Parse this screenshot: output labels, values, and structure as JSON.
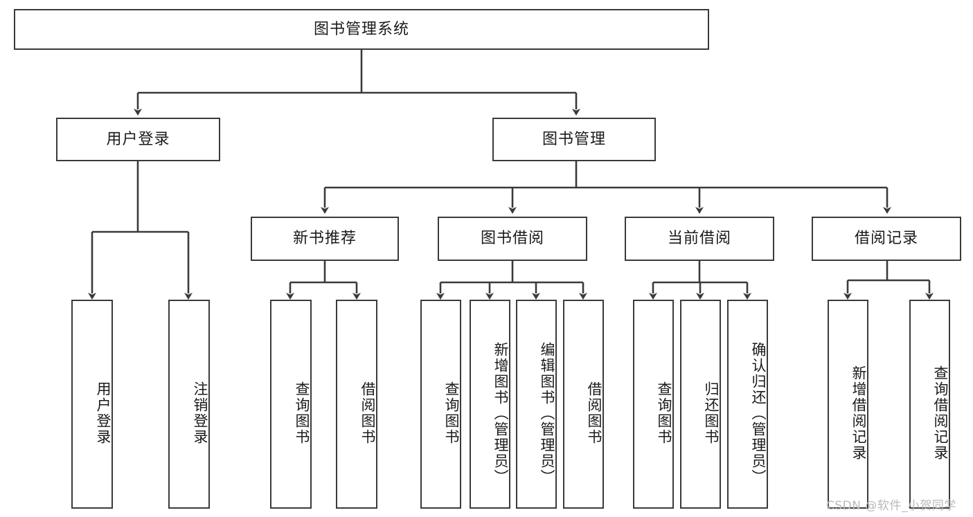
{
  "diagram": {
    "title": "图书管理系统",
    "watermark": "CSDN @软件_小贺同学",
    "stroke_color": "#3a3a3a",
    "background_color": "#ffffff",
    "text_color": "#1a1a1a"
  },
  "nodes": {
    "root": {
      "label": "图书管理系统"
    },
    "level1": [
      {
        "label": "用户登录"
      },
      {
        "label": "图书管理"
      }
    ],
    "level2": [
      {
        "label": "新书推荐"
      },
      {
        "label": "图书借阅"
      },
      {
        "label": "当前借阅"
      },
      {
        "label": "借阅记录"
      }
    ],
    "leaves": {
      "user_login": [
        {
          "label": "用户登录"
        },
        {
          "label": "注销登录"
        }
      ],
      "new_book": [
        {
          "label": "查询图书"
        },
        {
          "label": "借阅图书"
        }
      ],
      "borrow_book": [
        {
          "label": "查询图书"
        },
        {
          "label": "新增图书（管理员）"
        },
        {
          "label": "编辑图书（管理员）"
        },
        {
          "label": "借阅图书"
        }
      ],
      "current_borrow": [
        {
          "label": "查询图书"
        },
        {
          "label": "归还图书"
        },
        {
          "label": "确认归还（管理员）"
        }
      ],
      "borrow_record": [
        {
          "label": "新增借阅记录"
        },
        {
          "label": "查询借阅记录"
        }
      ]
    }
  }
}
